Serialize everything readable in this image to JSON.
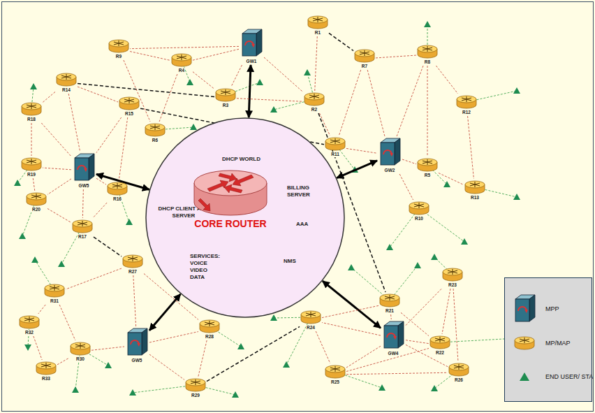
{
  "diagram": {
    "nodes": [
      {
        "text": [
          "DHCP WORLD",
          "BILLING SERVER",
          "AAA",
          "DHCP CLIENT AND SERVER",
          "NMS",
          "SERVICES: VOICE VIDEO DATA"
        ]
      },
      {
        "text": [
          "CORE ROUTER"
        ],
        "in": 0
      },
      {
        "text": [
          "GW1"
        ]
      },
      {
        "text": [
          "GW2"
        ]
      },
      {
        "text": [
          "GW5"
        ]
      },
      {
        "text": [
          "GW5"
        ]
      },
      {
        "text": [
          "GW4"
        ]
      },
      {
        "text": [
          "R1"
        ]
      },
      {
        "text": [
          "R2"
        ]
      },
      {
        "text": [
          "R3"
        ]
      },
      {
        "text": [
          "R4"
        ]
      },
      {
        "text": [
          "R9"
        ]
      },
      {
        "text": [
          "R6"
        ]
      },
      {
        "text": [
          "R7"
        ]
      },
      {
        "text": [
          "R8"
        ]
      },
      {
        "text": [
          "R12"
        ]
      },
      {
        "text": [
          "R5"
        ]
      },
      {
        "text": [
          "R13"
        ]
      },
      {
        "text": [
          "R10"
        ]
      },
      {
        "text": [
          "R11"
        ]
      },
      {
        "text": [
          "R14"
        ]
      },
      {
        "text": [
          "R15"
        ]
      },
      {
        "text": [
          "R18"
        ]
      },
      {
        "text": [
          "R19"
        ]
      },
      {
        "text": [
          "R20"
        ]
      },
      {
        "text": [
          "R16"
        ]
      },
      {
        "text": [
          "R17"
        ]
      },
      {
        "text": [
          "R27"
        ]
      },
      {
        "text": [
          "R31"
        ]
      },
      {
        "text": [
          "R32"
        ]
      },
      {
        "text": [
          "R33"
        ]
      },
      {
        "text": [
          "R30"
        ]
      },
      {
        "text": [
          "R28"
        ]
      },
      {
        "text": [
          "R29"
        ]
      },
      {
        "text": [
          "R21"
        ]
      },
      {
        "text": [
          "R24"
        ]
      },
      {
        "text": [
          "R25"
        ]
      },
      {
        "text": [
          "R23"
        ]
      },
      {
        "text": [
          "R22"
        ]
      },
      {
        "text": [
          "R26"
        ]
      }
    ],
    "edges": [
      {
        "from": 2,
        "to": 0,
        "arrow": "both"
      },
      {
        "from": 3,
        "to": 0,
        "arrow": "both"
      },
      {
        "from": 4,
        "to": 0,
        "arrow": "both"
      },
      {
        "from": 5,
        "to": 0,
        "arrow": "both"
      },
      {
        "from": 6,
        "to": 0,
        "arrow": "both"
      },
      {
        "from": 7,
        "to": 13,
        "arrow": "none"
      },
      {
        "from": 20,
        "to": 9,
        "arrow": "none"
      },
      {
        "from": 21,
        "to": 19,
        "arrow": "none"
      },
      {
        "from": 8,
        "to": 34,
        "arrow": "none"
      },
      {
        "from": 26,
        "to": 27,
        "arrow": "none"
      },
      {
        "from": 33,
        "to": 35,
        "arrow": "none"
      },
      {
        "from": 2,
        "to": 11,
        "arrow": "none"
      },
      {
        "from": 2,
        "to": 9,
        "arrow": "none"
      },
      {
        "from": 2,
        "to": 8,
        "arrow": "none"
      },
      {
        "from": 2,
        "to": 10,
        "arrow": "none"
      },
      {
        "from": 11,
        "to": 10,
        "arrow": "none"
      },
      {
        "from": 10,
        "to": 12,
        "arrow": "none"
      },
      {
        "from": 11,
        "to": 12,
        "arrow": "none"
      },
      {
        "from": 10,
        "to": 9,
        "arrow": "none"
      },
      {
        "from": 9,
        "to": 8,
        "arrow": "none"
      },
      {
        "from": 8,
        "to": 7,
        "arrow": "none"
      },
      {
        "from": 8,
        "to": 19,
        "arrow": "none"
      },
      {
        "from": 13,
        "to": 19,
        "arrow": "none"
      },
      {
        "from": 13,
        "to": 3,
        "arrow": "none"
      },
      {
        "from": 14,
        "to": 3,
        "arrow": "none"
      },
      {
        "from": 13,
        "to": 14,
        "arrow": "none"
      },
      {
        "from": 14,
        "to": 15,
        "arrow": "none"
      },
      {
        "from": 14,
        "to": 16,
        "arrow": "none"
      },
      {
        "from": 15,
        "to": 17,
        "arrow": "none"
      },
      {
        "from": 16,
        "to": 17,
        "arrow": "none"
      },
      {
        "from": 3,
        "to": 16,
        "arrow": "none"
      },
      {
        "from": 3,
        "to": 18,
        "arrow": "none"
      },
      {
        "from": 19,
        "to": 3,
        "arrow": "none"
      },
      {
        "from": 20,
        "to": 22,
        "arrow": "none"
      },
      {
        "from": 20,
        "to": 21,
        "arrow": "none"
      },
      {
        "from": 20,
        "to": 4,
        "arrow": "none"
      },
      {
        "from": 22,
        "to": 4,
        "arrow": "none"
      },
      {
        "from": 22,
        "to": 23,
        "arrow": "none"
      },
      {
        "from": 21,
        "to": 4,
        "arrow": "none"
      },
      {
        "from": 4,
        "to": 23,
        "arrow": "none"
      },
      {
        "from": 4,
        "to": 24,
        "arrow": "none"
      },
      {
        "from": 4,
        "to": 26,
        "arrow": "none"
      },
      {
        "from": 4,
        "to": 25,
        "arrow": "none"
      },
      {
        "from": 25,
        "to": 26,
        "arrow": "none"
      },
      {
        "from": 21,
        "to": 25,
        "arrow": "none"
      },
      {
        "from": 23,
        "to": 24,
        "arrow": "none"
      },
      {
        "from": 24,
        "to": 26,
        "arrow": "none"
      },
      {
        "from": 27,
        "to": 28,
        "arrow": "none"
      },
      {
        "from": 27,
        "to": 5,
        "arrow": "none"
      },
      {
        "from": 27,
        "to": 32,
        "arrow": "none"
      },
      {
        "from": 28,
        "to": 29,
        "arrow": "none"
      },
      {
        "from": 28,
        "to": 31,
        "arrow": "none"
      },
      {
        "from": 29,
        "to": 30,
        "arrow": "none"
      },
      {
        "from": 30,
        "to": 31,
        "arrow": "none"
      },
      {
        "from": 31,
        "to": 5,
        "arrow": "none"
      },
      {
        "from": 5,
        "to": 33,
        "arrow": "none"
      },
      {
        "from": 5,
        "to": 32,
        "arrow": "none"
      },
      {
        "from": 32,
        "to": 33,
        "arrow": "none"
      },
      {
        "from": 34,
        "to": 6,
        "arrow": "none"
      },
      {
        "from": 34,
        "to": 35,
        "arrow": "none"
      },
      {
        "from": 34,
        "to": 38,
        "arrow": "none"
      },
      {
        "from": 6,
        "to": 35,
        "arrow": "none"
      },
      {
        "from": 6,
        "to": 36,
        "arrow": "none"
      },
      {
        "from": 6,
        "to": 37,
        "arrow": "none"
      },
      {
        "from": 6,
        "to": 38,
        "arrow": "none"
      },
      {
        "from": 6,
        "to": 39,
        "arrow": "none"
      },
      {
        "from": 35,
        "to": 36,
        "arrow": "none"
      },
      {
        "from": 37,
        "to": 38,
        "arrow": "none"
      },
      {
        "from": 37,
        "to": 39,
        "arrow": "none"
      },
      {
        "from": 36,
        "to": 38,
        "arrow": "none"
      },
      {
        "from": 36,
        "to": 39,
        "arrow": "none"
      }
    ],
    "legend": [
      {
        "text": "MPP"
      },
      {
        "text": "MP/MAP"
      },
      {
        "text": "END USER/ STA"
      }
    ]
  }
}
